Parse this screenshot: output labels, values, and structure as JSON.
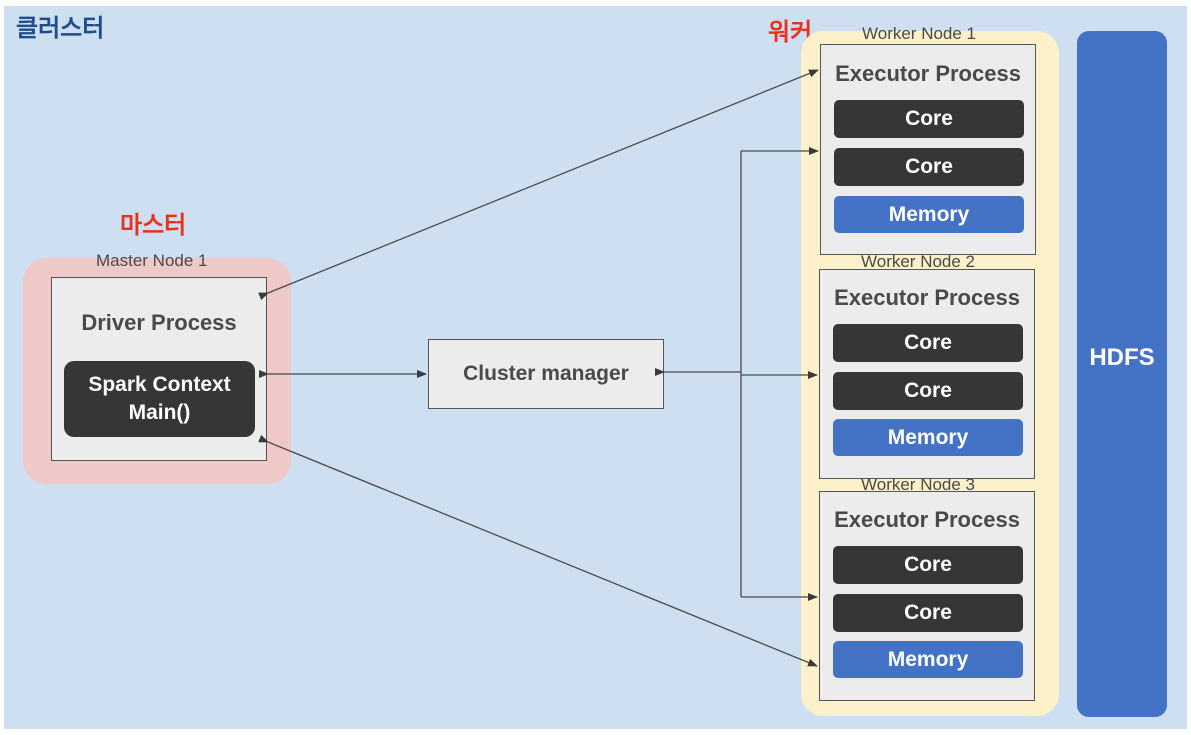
{
  "cluster_label": "클러스터",
  "master_label": "마스터",
  "worker_label": "워커",
  "master_node": {
    "caption": "Master Node 1",
    "process_title": "Driver Process",
    "context_line1": "Spark Context",
    "context_line2": "Main()"
  },
  "cluster_manager": "Cluster manager",
  "hdfs": "HDFS",
  "workers": [
    {
      "caption": "Worker Node 1",
      "process_title": "Executor Process",
      "core1": "Core",
      "core2": "Core",
      "memory": "Memory"
    },
    {
      "caption": "Worker Node 2",
      "process_title": "Executor Process",
      "core1": "Core",
      "core2": "Core",
      "memory": "Memory"
    },
    {
      "caption": "Worker Node 3",
      "process_title": "Executor Process",
      "core1": "Core",
      "core2": "Core",
      "memory": "Memory"
    }
  ],
  "colors": {
    "cluster_label": "#1f4e8c",
    "accent_red": "#e8321e",
    "master_bg": "#efc8c8",
    "worker_bg": "#fdf1cc",
    "hdfs": "#4472c4",
    "memory": "#4472c4",
    "core": "#363636"
  }
}
